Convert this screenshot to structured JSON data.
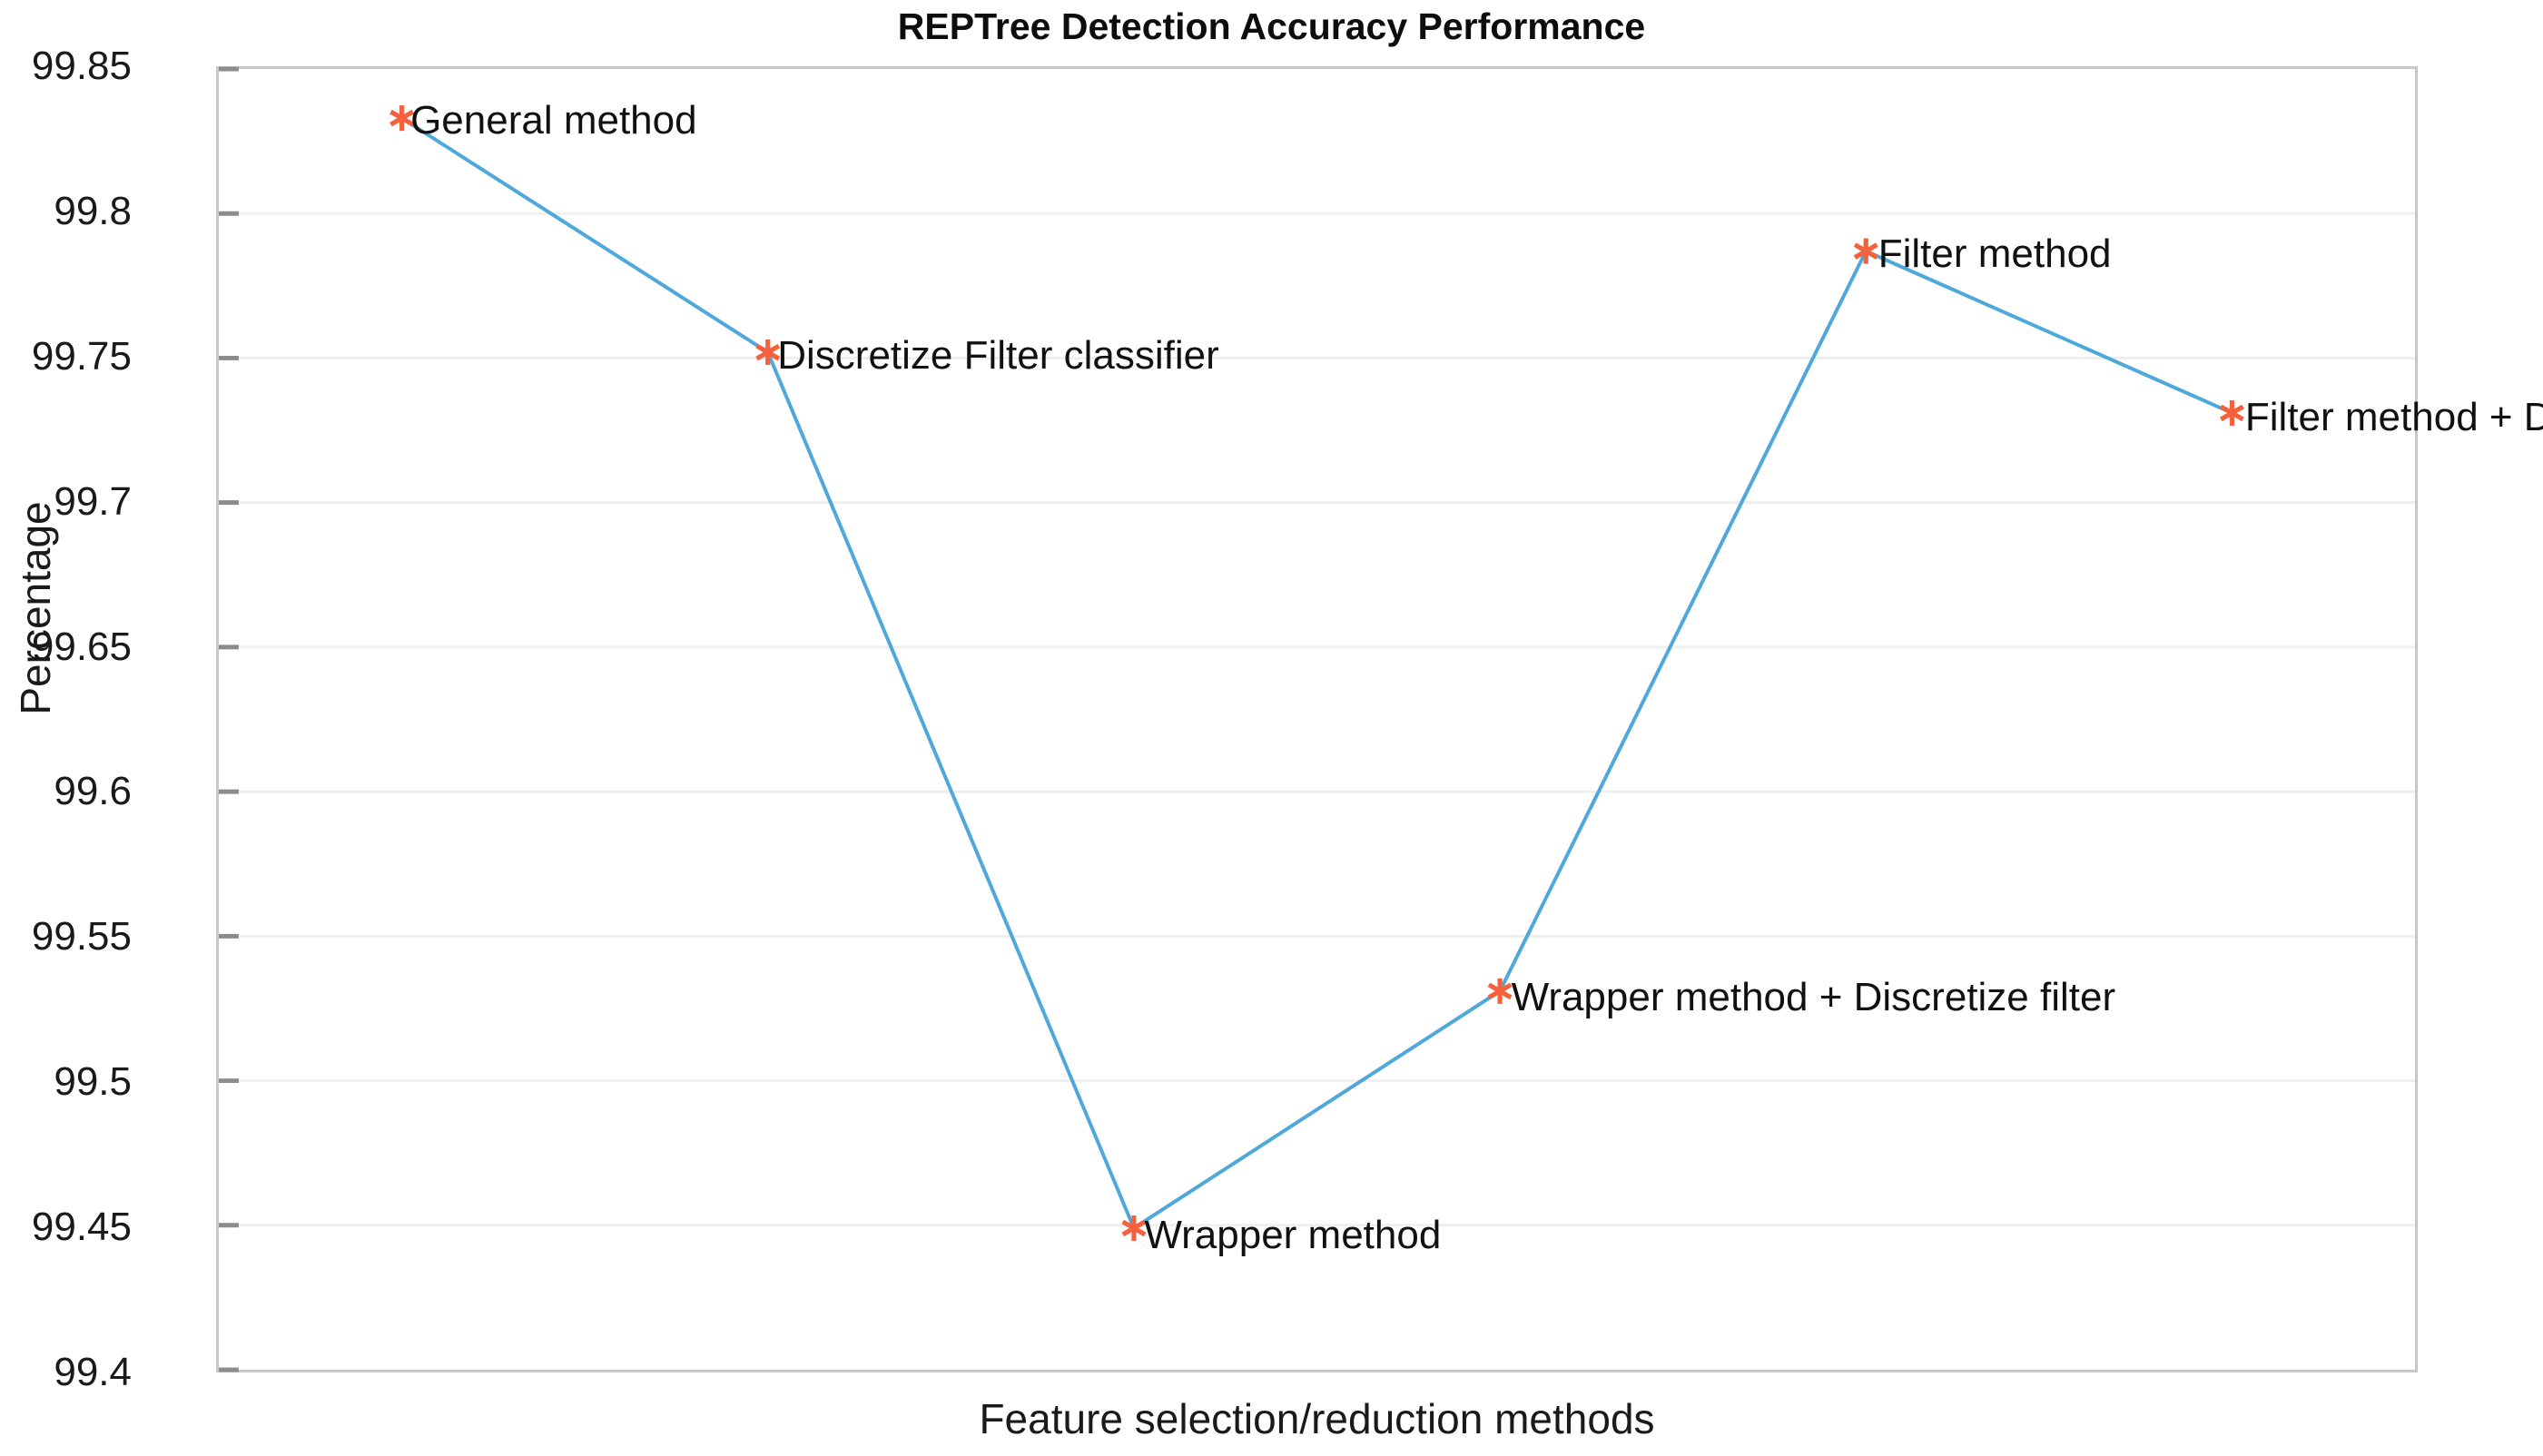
{
  "chart_data": {
    "type": "line",
    "title": "REPTree Detection Accuracy Performance",
    "xlabel": "Feature selection/reduction methods",
    "ylabel": "Percentage",
    "ylim": [
      99.4,
      99.85
    ],
    "yticks": [
      "99.4",
      "99.45",
      "99.5",
      "99.55",
      "99.6",
      "99.65",
      "99.7",
      "99.75",
      "99.8",
      "99.85"
    ],
    "ytick_values": [
      99.4,
      99.45,
      99.5,
      99.55,
      99.6,
      99.65,
      99.7,
      99.75,
      99.8,
      99.85
    ],
    "xlim": [
      0.5,
      6.5
    ],
    "xticks": [],
    "grid": "horizontal",
    "legend": "none",
    "line_color": "#4FA8DC",
    "marker_color": "#F4613C",
    "marker_style": "star",
    "categories": [
      "General method",
      "Discretize Filter classifier",
      "Wrapper method",
      "Wrapper method + Discretize filter",
      "Filter method",
      "Filter method + Discretize filter"
    ],
    "values": [
      99.833,
      99.752,
      99.449,
      99.531,
      99.787,
      99.731
    ],
    "x": [
      1,
      2,
      3,
      4,
      5,
      6
    ],
    "annotations": [
      {
        "label": "General method",
        "x": 1,
        "y": 99.833
      },
      {
        "label": "Discretize Filter classifier",
        "x": 2,
        "y": 99.752
      },
      {
        "label": "Wrapper method",
        "x": 3,
        "y": 99.449
      },
      {
        "label": "Wrapper method + Discretize filter",
        "x": 4,
        "y": 99.531
      },
      {
        "label": "Filter method",
        "x": 5,
        "y": 99.787
      },
      {
        "label": "Filter method + Discretize filter",
        "x": 6,
        "y": 99.731
      }
    ]
  }
}
